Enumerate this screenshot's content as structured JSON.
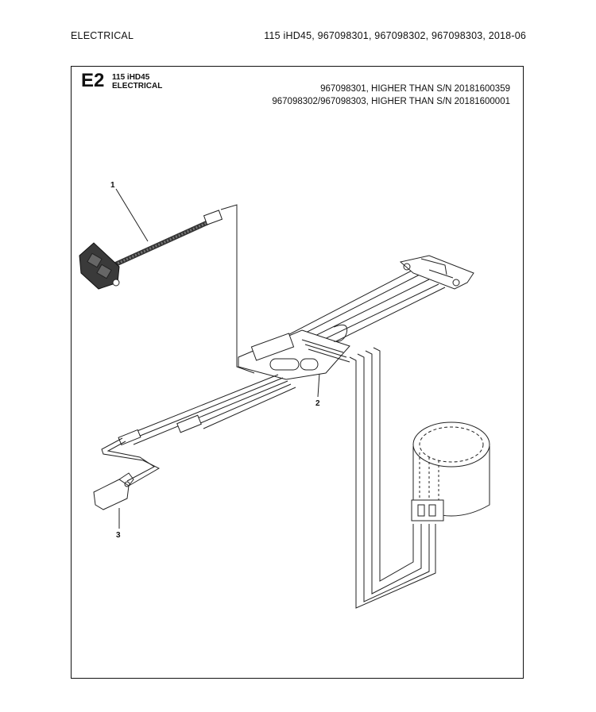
{
  "header": {
    "left": "ELECTRICAL",
    "right": "115 iHD45, 967098301, 967098302, 967098303, 2018-06"
  },
  "section": {
    "code": "E2",
    "model": "115 iHD45",
    "name": "ELECTRICAL"
  },
  "serial_notes": [
    "967098301, HIGHER THAN S/N 20181600359",
    "967098302/967098303, HIGHER THAN S/N 20181600001"
  ],
  "callouts": {
    "c1": "1",
    "c2": "2",
    "c3": "3"
  }
}
